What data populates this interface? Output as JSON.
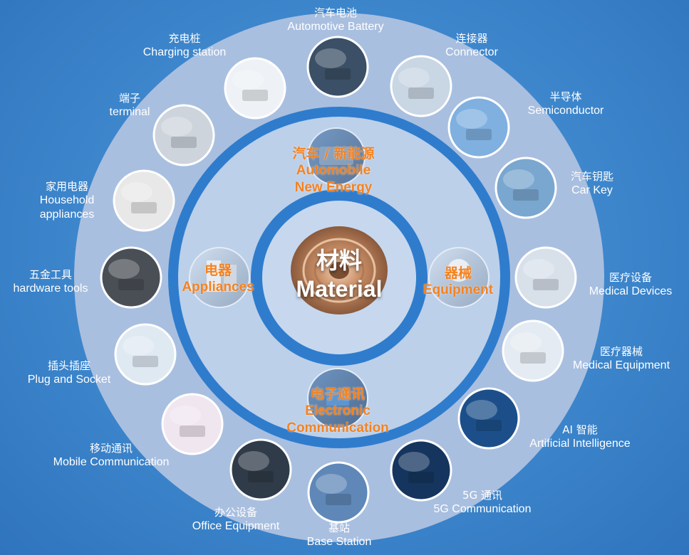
{
  "colors": {
    "ring_outer": "#a9bfe0",
    "ring_blue": "#2f7ccd",
    "ring_inner": "#bcd0ea",
    "accent_orange": "#f5821f",
    "photo_border": "#ffffff"
  },
  "center": {
    "zh": "材料",
    "en": "Material",
    "icon": "copper-coil-icon"
  },
  "segments": [
    {
      "id": "automobile",
      "zh": "汽车 / 新能源",
      "en1": "Automobile",
      "en2": "New Energy",
      "icon": "battery-module-icon"
    },
    {
      "id": "equipment",
      "zh": "器械",
      "en1": "Equipment",
      "icon": "lab-equipment-icon"
    },
    {
      "id": "electronic",
      "zh": "电子通讯",
      "en1": "Electronic",
      "en2": "Communication",
      "icon": "circuit-board-icon"
    },
    {
      "id": "appliances",
      "zh": "电器",
      "en1": "Appliances",
      "icon": "appliance-icon"
    }
  ],
  "applications": [
    {
      "id": "automotive-battery",
      "zh": "汽车电池",
      "en": "Automotive Battery",
      "icon": "battery-pack-icon"
    },
    {
      "id": "connector",
      "zh": "连接器",
      "en": "Connector",
      "icon": "connector-icon"
    },
    {
      "id": "semiconductor",
      "zh": "半导体",
      "en": "Semiconductor",
      "icon": "chip-icon"
    },
    {
      "id": "car-key",
      "zh": "汽车钥匙",
      "en": "Car Key",
      "icon": "car-key-icon"
    },
    {
      "id": "medical-devices",
      "zh": "医疗设备",
      "en": "Medical Devices",
      "icon": "surgical-robot-icon"
    },
    {
      "id": "medical-equipment",
      "zh": "医疗器械",
      "en": "Medical Equipment",
      "icon": "syringe-icon"
    },
    {
      "id": "ai",
      "zh": "AI 智能",
      "en": "Artificial Intelligence",
      "icon": "ai-chip-icon"
    },
    {
      "id": "5g",
      "zh": "5G 通讯",
      "en": "5G Communication",
      "icon": "satellite-icon"
    },
    {
      "id": "base-station",
      "zh": "基站",
      "en": "Base Station",
      "icon": "tower-icon"
    },
    {
      "id": "office-equipment",
      "zh": "办公设备",
      "en": "Office Equipment",
      "icon": "computer-icon"
    },
    {
      "id": "mobile",
      "zh": "移动通讯",
      "en": "Mobile Communication",
      "icon": "smartphone-icon"
    },
    {
      "id": "plug-socket",
      "zh": "插头插座",
      "en": "Plug and Socket",
      "icon": "plug-icon"
    },
    {
      "id": "hardware-tools",
      "zh": "五金工具",
      "en": "hardware tools",
      "icon": "tools-icon"
    },
    {
      "id": "household",
      "zh": "家用电器",
      "en1": "Household",
      "en2": "appliances",
      "icon": "kitchen-appliance-icon"
    },
    {
      "id": "terminal",
      "zh": "端子",
      "en": "terminal",
      "icon": "terminal-pin-icon"
    },
    {
      "id": "charging",
      "zh": "充电桩",
      "en": "Charging station",
      "icon": "charging-station-icon"
    }
  ]
}
